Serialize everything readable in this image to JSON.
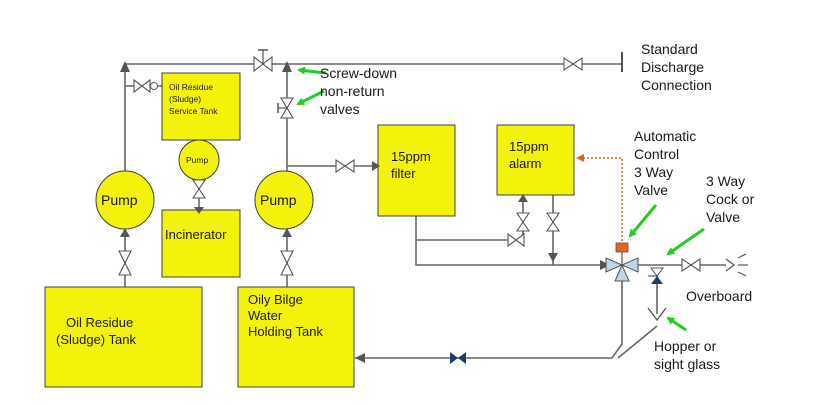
{
  "colors": {
    "box_fill": "#f2f20a",
    "pipe": "#666666",
    "arrow_green": "#22cc22",
    "signal_orange": "#e0661a",
    "valve_dark": "#1b3d6b"
  },
  "tanks": {
    "oil_residue_tank": [
      "Oil Residue",
      "(Sludge) Tank"
    ],
    "oily_bilge_tank": [
      "Oily Bilge",
      "Water",
      "Holding Tank"
    ],
    "service_tank": [
      "Oil Residue",
      "(Sludge)",
      "Service Tank"
    ],
    "incinerator": "Incinerator",
    "filter": [
      "15ppm",
      "filter"
    ],
    "alarm": [
      "15ppm",
      "alarm"
    ]
  },
  "pumps": {
    "left": "Pump",
    "small": "Pump",
    "right": "Pump"
  },
  "labels": {
    "standard_discharge": [
      "Standard",
      "Discharge",
      "Connection"
    ],
    "screw_down": [
      "Screw-down",
      "non-return",
      "valves"
    ],
    "automatic_control": [
      "Automatic",
      "Control",
      "3 Way",
      "Valve"
    ],
    "three_way_cock": [
      "3 Way",
      "Cock or",
      "Valve"
    ],
    "overboard": "Overboard",
    "hopper": [
      "Hopper or",
      "sight glass"
    ]
  }
}
